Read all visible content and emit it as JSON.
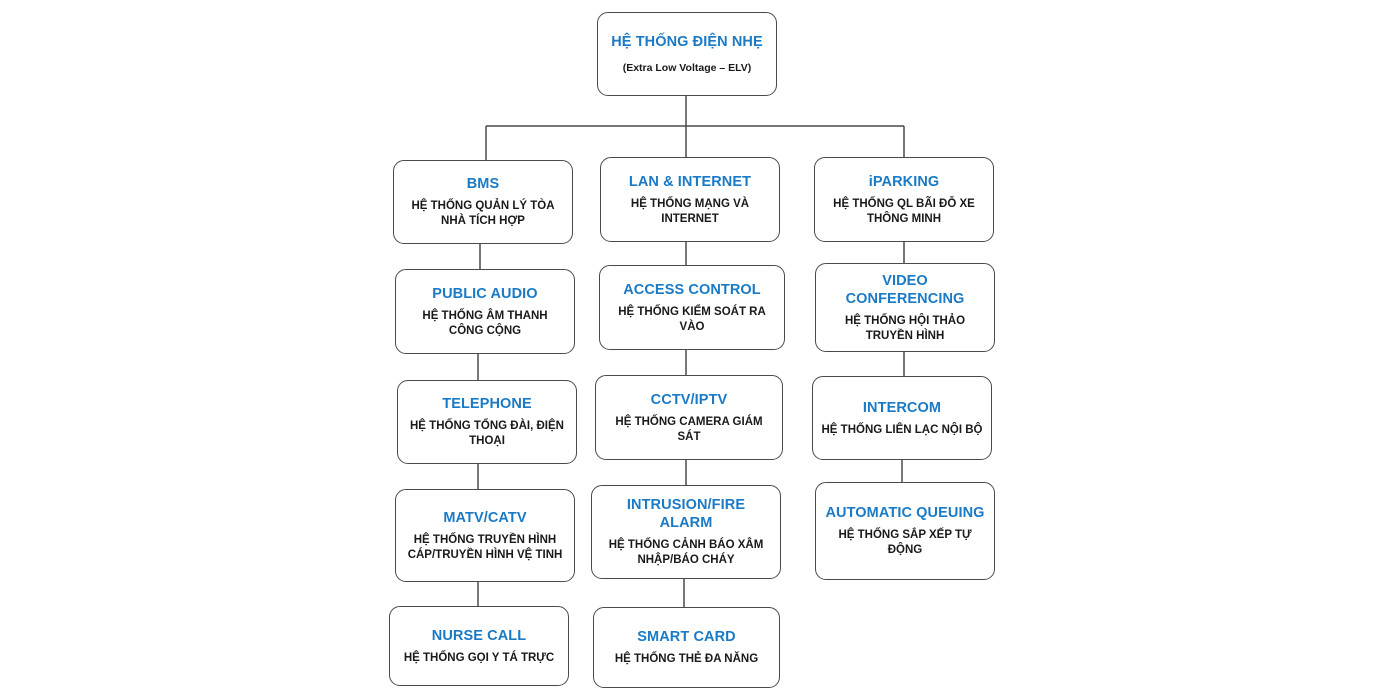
{
  "root": {
    "title": "HỆ THỐNG ĐIỆN NHẸ",
    "subtitle": "(Extra Low Voltage – ELV)"
  },
  "columns": [
    {
      "items": [
        {
          "title": "BMS",
          "desc": "HỆ THỐNG QUẢN LÝ TÒA NHÀ TÍCH HỢP"
        },
        {
          "title": "PUBLIC AUDIO",
          "desc": "HỆ THỐNG ÂM THANH CÔNG CỘNG"
        },
        {
          "title": "TELEPHONE",
          "desc": "HỆ THỐNG TỔNG ĐÀI, ĐIỆN THOẠI"
        },
        {
          "title": "MATV/CATV",
          "desc": "HỆ THỐNG TRUYỀN HÌNH CÁP/TRUYỀN HÌNH VỆ TINH"
        },
        {
          "title": "NURSE CALL",
          "desc": "HỆ THỐNG GỌI Y TÁ TRỰC"
        }
      ]
    },
    {
      "items": [
        {
          "title": "LAN & INTERNET",
          "desc": "HỆ THỐNG MẠNG VÀ INTERNET"
        },
        {
          "title": "ACCESS CONTROL",
          "desc": "HỆ THỐNG KIỂM SOÁT RA VÀO"
        },
        {
          "title": "CCTV/IPTV",
          "desc": "HỆ THỐNG CAMERA GIÁM SÁT"
        },
        {
          "title": "INTRUSION/FIRE ALARM",
          "desc": "HỆ THỐNG CẢNH BÁO XÂM NHẬP/BÁO CHÁY"
        },
        {
          "title": "SMART CARD",
          "desc": "HỆ THỐNG THẺ ĐA NĂNG"
        }
      ]
    },
    {
      "items": [
        {
          "title": "iPARKING",
          "desc": "HỆ THỐNG QL BÃI ĐỖ XE THÔNG MINH"
        },
        {
          "title": "VIDEO CONFERENCING",
          "desc": "HỆ THỐNG HỘI THẢO TRUYỀN HÌNH"
        },
        {
          "title": "INTERCOM",
          "desc": "HỆ THỐNG LIÊN LẠC NỘI BỘ"
        },
        {
          "title": "AUTOMATIC QUEUING",
          "desc": "HỆ THỐNG SẮP XẾP TỰ ĐỘNG"
        }
      ]
    }
  ],
  "colors": {
    "title": "#1a7ac6",
    "text": "#1a1a1a",
    "border": "#4a4a4a",
    "line": "#4a4a4a",
    "background": "#ffffff"
  }
}
